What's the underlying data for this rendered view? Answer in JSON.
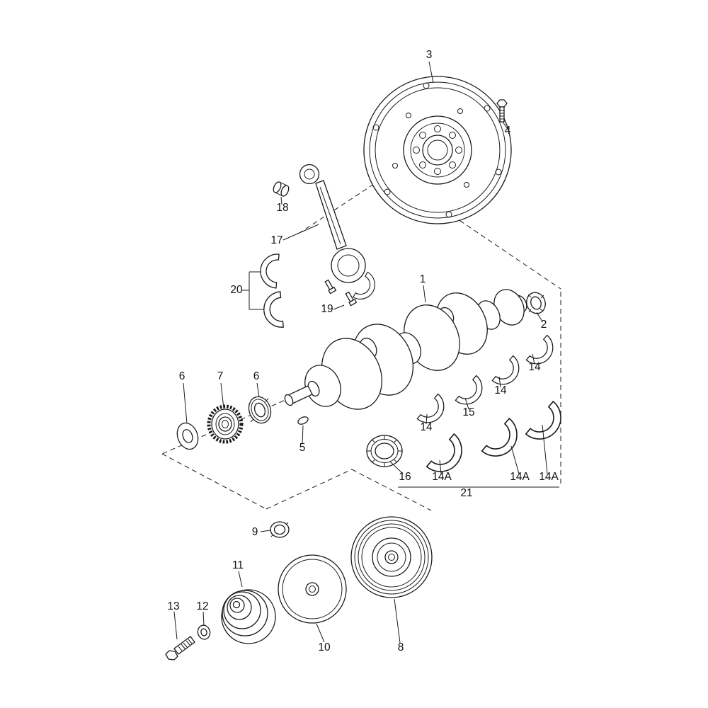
{
  "colors": {
    "line": "#1a1a1a",
    "background": "#ffffff",
    "label": "#111111"
  },
  "callouts": [
    "1",
    "2",
    "3",
    "4",
    "5",
    "6",
    "7",
    "6",
    "8",
    "9",
    "10",
    "11",
    "12",
    "13",
    "14",
    "14",
    "15",
    "14",
    "16",
    "14A",
    "21",
    "14A",
    "14A",
    "17",
    "18",
    "19",
    "20"
  ]
}
